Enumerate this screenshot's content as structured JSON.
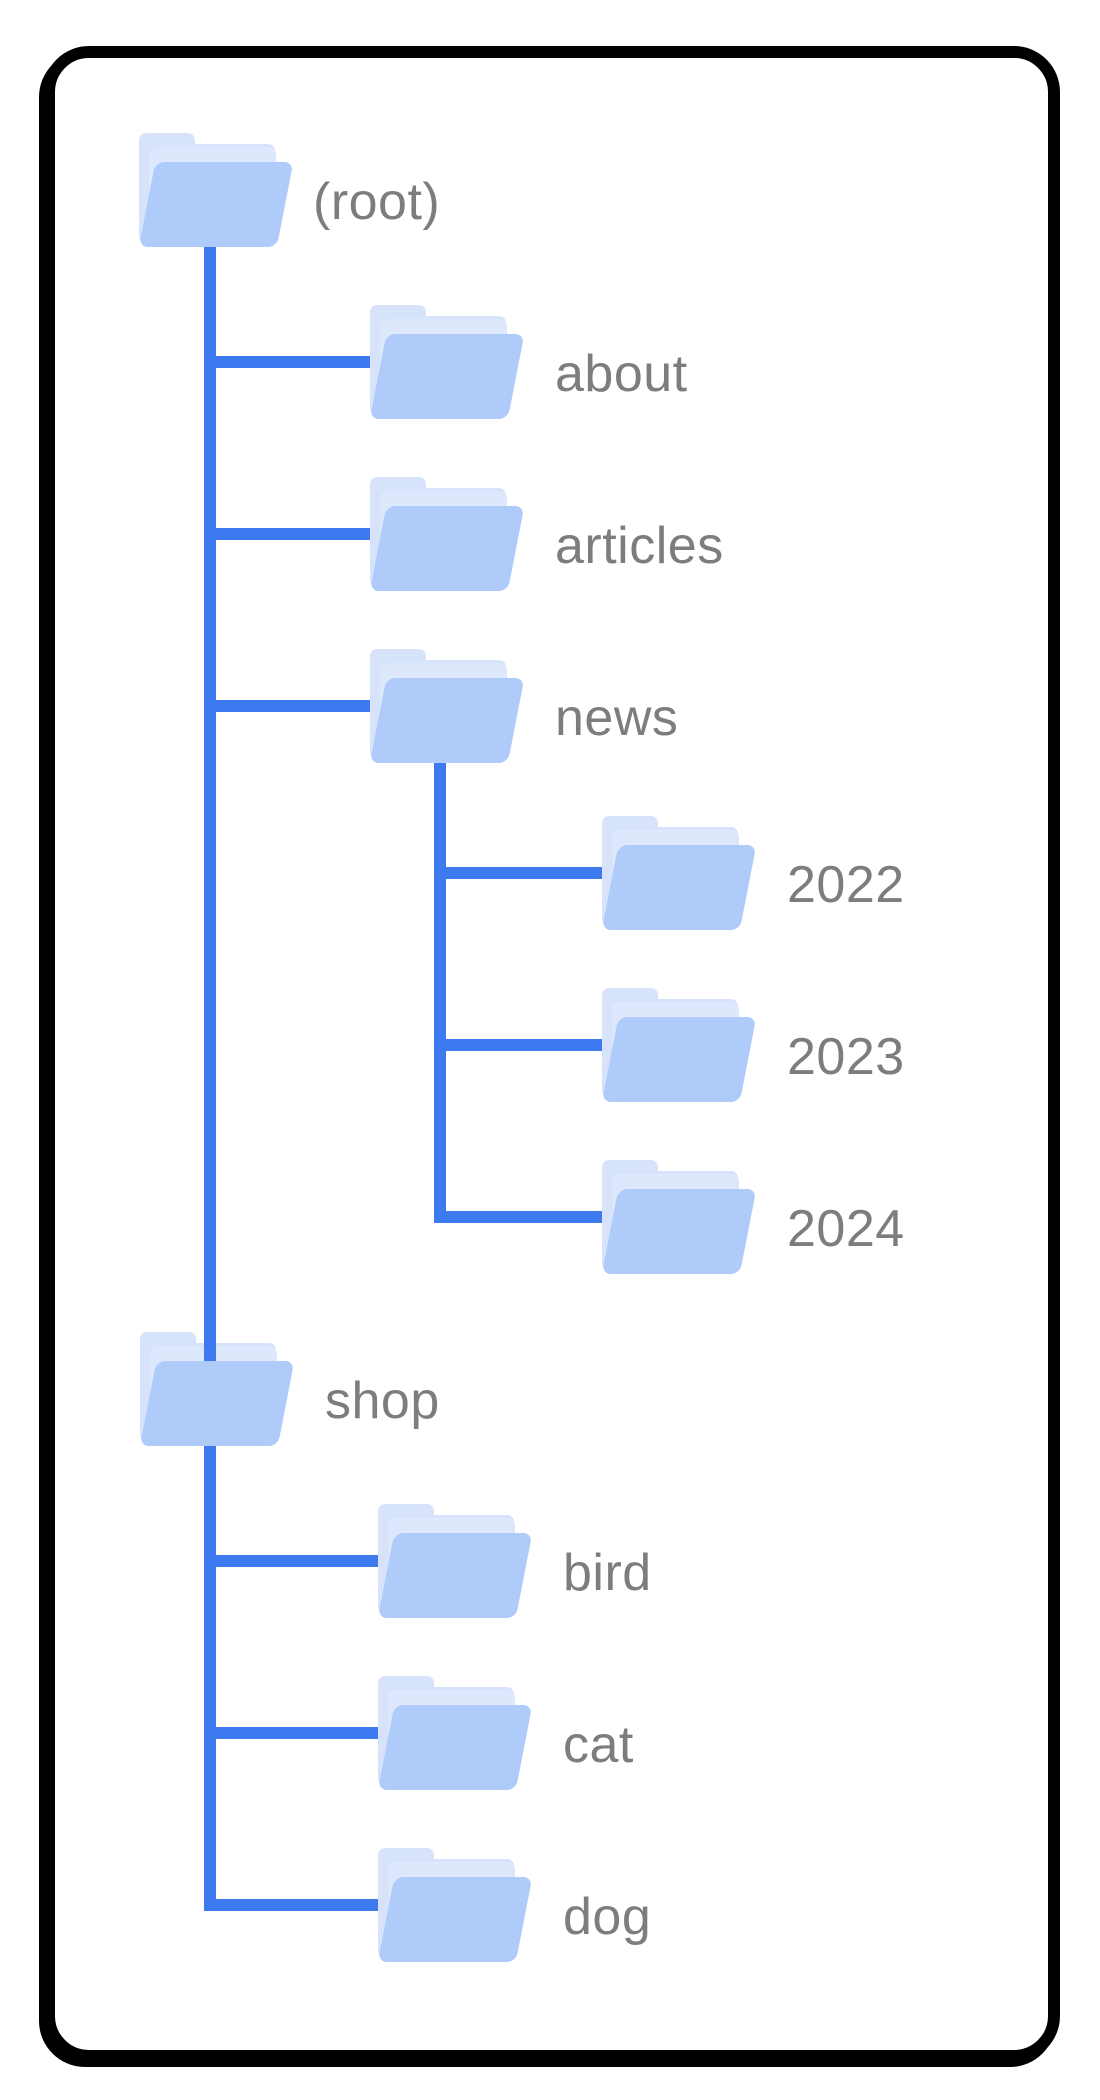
{
  "diagram": {
    "type": "folder-tree-sitemap",
    "nodes": [
      {
        "id": "root",
        "label": "(root)",
        "icon": "folder-icon"
      },
      {
        "id": "about",
        "label": "about",
        "icon": "folder-icon"
      },
      {
        "id": "articles",
        "label": "articles",
        "icon": "folder-icon"
      },
      {
        "id": "news",
        "label": "news",
        "icon": "folder-icon"
      },
      {
        "id": "y2022",
        "label": "2022",
        "icon": "folder-icon"
      },
      {
        "id": "y2023",
        "label": "2023",
        "icon": "folder-icon"
      },
      {
        "id": "y2024",
        "label": "2024",
        "icon": "folder-icon"
      },
      {
        "id": "shop",
        "label": "shop",
        "icon": "folder-icon"
      },
      {
        "id": "bird",
        "label": "bird",
        "icon": "folder-icon"
      },
      {
        "id": "cat",
        "label": "cat",
        "icon": "folder-icon"
      },
      {
        "id": "dog",
        "label": "dog",
        "icon": "folder-icon"
      }
    ],
    "edges": [
      [
        "(root)",
        "about"
      ],
      [
        "(root)",
        "articles"
      ],
      [
        "(root)",
        "news"
      ],
      [
        "news",
        "2022"
      ],
      [
        "news",
        "2023"
      ],
      [
        "news",
        "2024"
      ],
      [
        "(root)",
        "shop"
      ],
      [
        "shop",
        "bird"
      ],
      [
        "shop",
        "cat"
      ],
      [
        "shop",
        "dog"
      ]
    ],
    "colors": {
      "connector_blue": "#3E7AEF",
      "folder_front": "#AFCBFA",
      "folder_back": "#D7E2FB",
      "folder_middle": "#DEE8FD",
      "label_gray": "#7D7D7D",
      "card_border": "#000000",
      "background": "#FFFFFF"
    }
  }
}
